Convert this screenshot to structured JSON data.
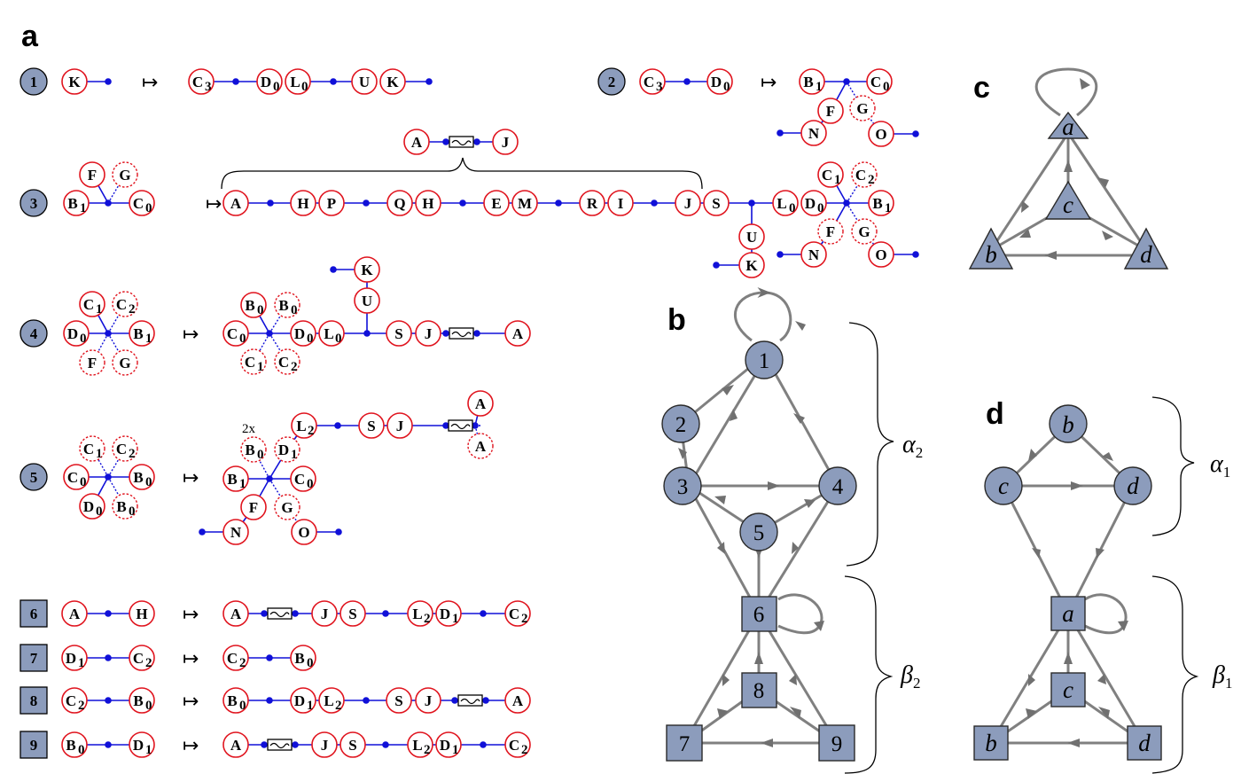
{
  "panels": {
    "a": "a",
    "b": "b",
    "c": "c",
    "d": "d"
  },
  "mapsto": "↦",
  "rules": [
    {
      "n": "1"
    },
    {
      "n": "2"
    },
    {
      "n": "3"
    },
    {
      "n": "4"
    },
    {
      "n": "5"
    },
    {
      "n": "6"
    },
    {
      "n": "7"
    },
    {
      "n": "8"
    },
    {
      "n": "9"
    }
  ],
  "multiplier": "2x",
  "graph_b": {
    "nodes": [
      "1",
      "2",
      "3",
      "4",
      "5",
      "6",
      "7",
      "8",
      "9"
    ],
    "alpha_label": "α",
    "alpha_sub": "2",
    "beta_label": "β",
    "beta_sub": "2"
  },
  "graph_c": {
    "nodes": [
      "a",
      "b",
      "c",
      "d"
    ]
  },
  "graph_d": {
    "nodes": [
      "b",
      "c",
      "d",
      "a",
      "c",
      "b",
      "d"
    ],
    "alpha_label": "α",
    "alpha_sub": "1",
    "beta_label": "β",
    "beta_sub": "1"
  }
}
